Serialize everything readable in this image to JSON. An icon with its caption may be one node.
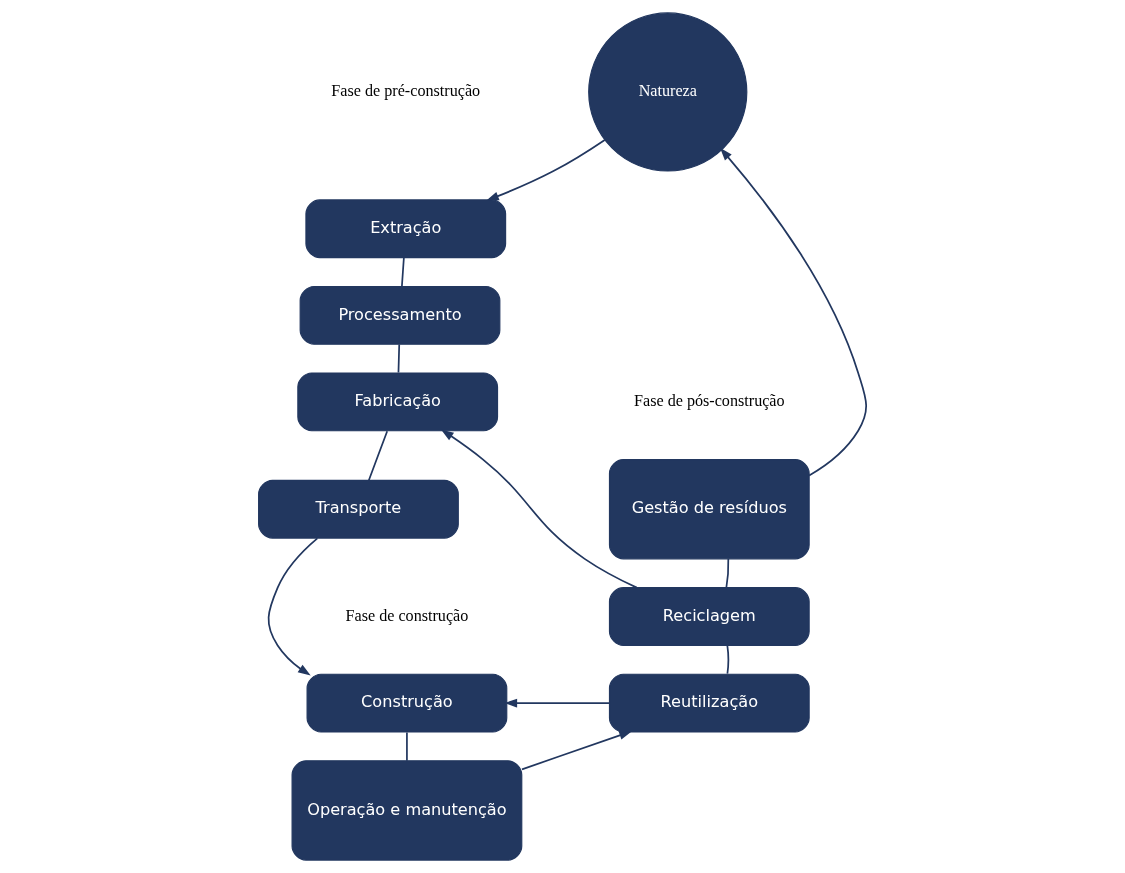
{
  "diagram": {
    "nodes": [
      {
        "text": [
          "Natureza"
        ]
      },
      {
        "text": [
          "Extração"
        ]
      },
      {
        "text": [
          "Processamento"
        ]
      },
      {
        "text": [
          "Fabricação"
        ]
      },
      {
        "text": [
          "Transporte"
        ]
      },
      {
        "text": [
          "Construção"
        ]
      },
      {
        "text": [
          "Operação e manutenção"
        ]
      },
      {
        "text": [
          "Gestão de resíduos"
        ]
      },
      {
        "text": [
          "Reciclagem"
        ]
      },
      {
        "text": [
          "Reutilização"
        ]
      }
    ],
    "edges": [
      {
        "from": 0,
        "to": 1,
        "arrow": "to"
      },
      {
        "from": 1,
        "to": 2,
        "arrow": "none"
      },
      {
        "from": 2,
        "to": 3,
        "arrow": "none"
      },
      {
        "from": 3,
        "to": 4,
        "arrow": "none"
      },
      {
        "from": 4,
        "to": 5,
        "arrow": "to"
      },
      {
        "from": 5,
        "to": 6,
        "arrow": "none"
      },
      {
        "from": 6,
        "to": 9,
        "arrow": "to"
      },
      {
        "from": 9,
        "to": 8,
        "arrow": "none"
      },
      {
        "from": 8,
        "to": 7,
        "arrow": "none"
      },
      {
        "from": 7,
        "to": 0,
        "arrow": "to"
      },
      {
        "from": 8,
        "to": 3,
        "arrow": "to"
      },
      {
        "from": 9,
        "to": 5,
        "arrow": "to"
      }
    ],
    "labels": [
      "Fase de pré-construção",
      "Fase de pós-construção",
      "Fase de construção"
    ]
  }
}
